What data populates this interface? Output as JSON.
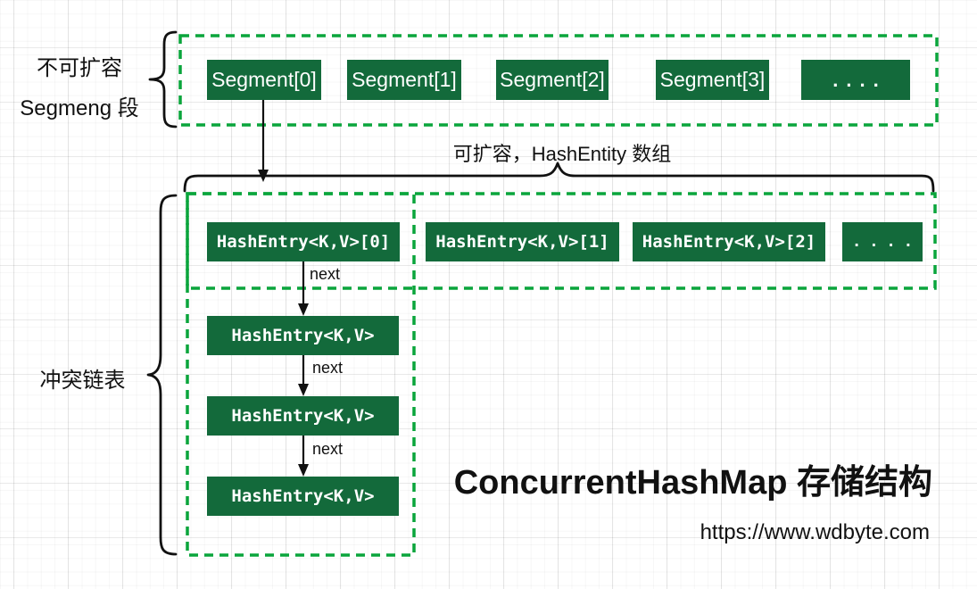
{
  "colors": {
    "box_green": "#136A3B",
    "dash_green": "#0AA53C",
    "ink": "#111111"
  },
  "section_labels": {
    "segment_line1": "不可扩容",
    "segment_line2": "Segmeng 段",
    "chain": "冲突链表"
  },
  "segments": {
    "items": [
      {
        "label": "Segment[0]"
      },
      {
        "label": "Segment[1]"
      },
      {
        "label": "Segment[2]"
      },
      {
        "label": "Segment[3]"
      },
      {
        "label": "...."
      }
    ]
  },
  "hash_entry_row": {
    "annotation": "可扩容，HashEntity 数组",
    "items": [
      {
        "label": "HashEntry<K,V>[0]"
      },
      {
        "label": "HashEntry<K,V>[1]"
      },
      {
        "label": "HashEntry<K,V>[2]"
      },
      {
        "label": "...."
      }
    ]
  },
  "chain": {
    "next_label": "next",
    "nodes": [
      {
        "label": "HashEntry<K,V>"
      },
      {
        "label": "HashEntry<K,V>"
      },
      {
        "label": "HashEntry<K,V>"
      }
    ]
  },
  "footer": {
    "title": "ConcurrentHashMap 存储结构",
    "url": "https://www.wdbyte.com"
  }
}
